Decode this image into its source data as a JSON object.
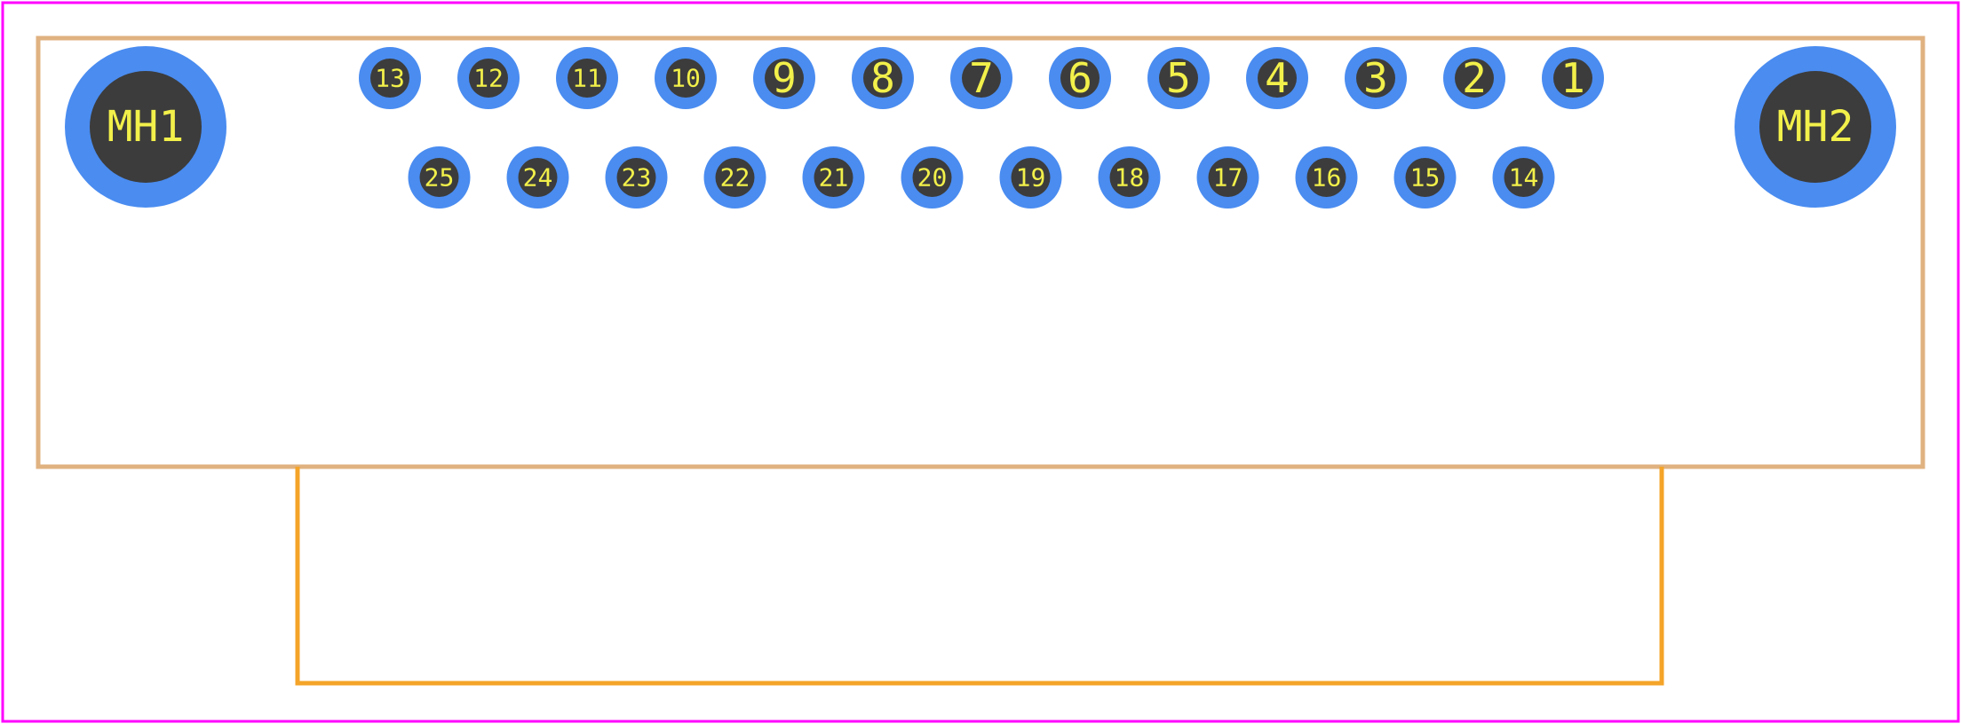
{
  "colors": {
    "board_outline": "#ff00ff",
    "connector_body": "#e0b280",
    "mating_side": "#f4a428",
    "pad_copper": "#4a8cf0",
    "pad_drill": "#3c3c3c",
    "pad_text": "#f2f04a"
  },
  "mounting_holes": [
    {
      "label": "MH1"
    },
    {
      "label": "MH2"
    }
  ],
  "pins": {
    "top_row": [
      "13",
      "12",
      "11",
      "10",
      "9",
      "8",
      "7",
      "6",
      "5",
      "4",
      "3",
      "2",
      "1"
    ],
    "bottom_row": [
      "25",
      "24",
      "23",
      "22",
      "21",
      "20",
      "19",
      "18",
      "17",
      "16",
      "15",
      "14"
    ]
  }
}
